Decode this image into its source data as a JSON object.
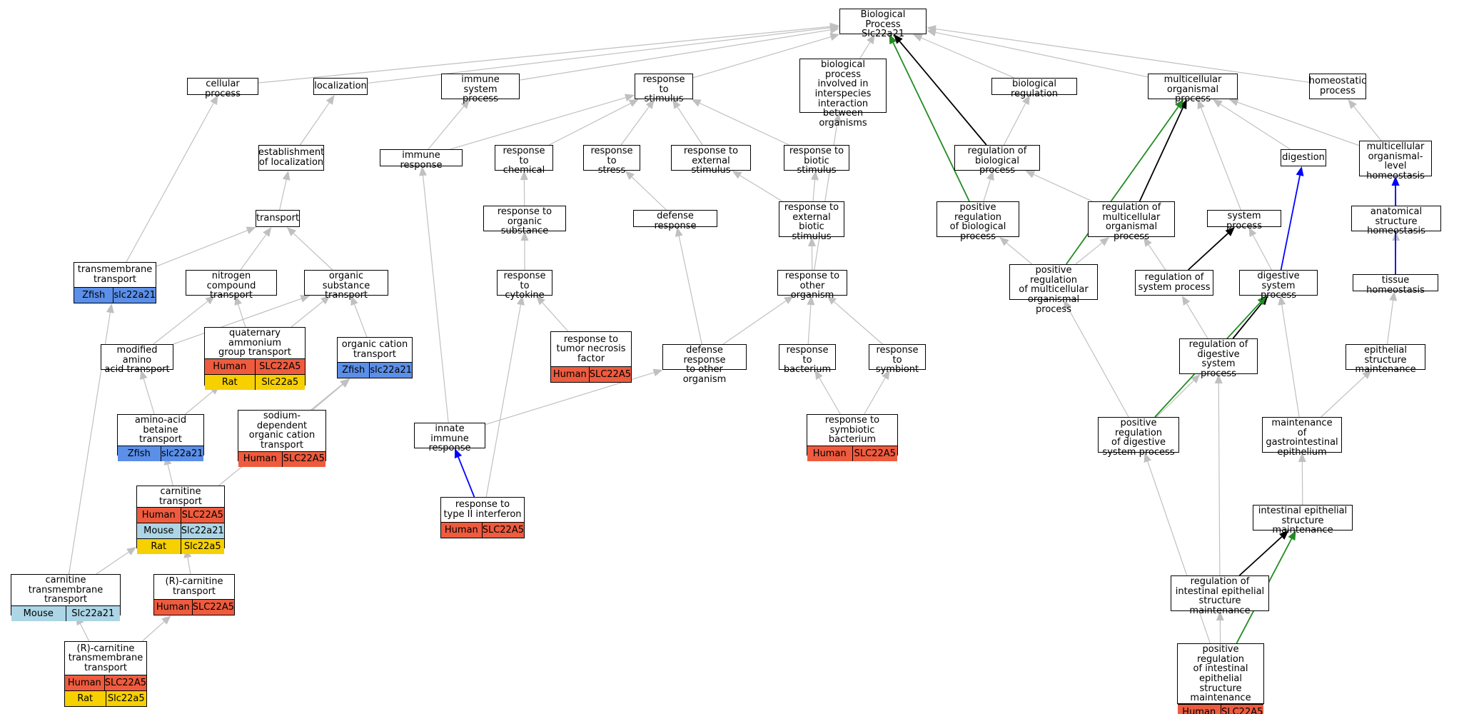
{
  "colors": {
    "is_a": "#c0c0c0",
    "part_of": "#000000",
    "regulates": "#0000ff",
    "positively_regulates": "#228b22",
    "Human": "#ee5b3e",
    "Mouse": "#acd5e6",
    "Rat": "#f7d000",
    "Zfish": "#5b8fe8"
  },
  "nodes": [
    {
      "id": "root",
      "label": "Biological Process\nSlc22a21"
    },
    {
      "id": "cellular",
      "label": "cellular process"
    },
    {
      "id": "localization",
      "label": "localization"
    },
    {
      "id": "immune_sys",
      "label": "immune system\nprocess"
    },
    {
      "id": "resp_stim",
      "label": "response to\nstimulus"
    },
    {
      "id": "interspecies",
      "label": "biological process\ninvolved in\ninterspecies\ninteraction\nbetween organisms"
    },
    {
      "id": "bio_reg",
      "label": "biological regulation"
    },
    {
      "id": "multicell",
      "label": "multicellular\norganismal process"
    },
    {
      "id": "homeostatic",
      "label": "homeostatic\nprocess"
    },
    {
      "id": "estab_loc",
      "label": "establishment\nof localization"
    },
    {
      "id": "immune_resp",
      "label": "immune response"
    },
    {
      "id": "resp_chem",
      "label": "response to\nchemical"
    },
    {
      "id": "resp_stress",
      "label": "response to\nstress"
    },
    {
      "id": "resp_ext",
      "label": "response to\nexternal stimulus"
    },
    {
      "id": "resp_biotic",
      "label": "response to\nbiotic stimulus"
    },
    {
      "id": "reg_bio",
      "label": "regulation of\nbiological process"
    },
    {
      "id": "digestion",
      "label": "digestion"
    },
    {
      "id": "mc_homeo",
      "label": "multicellular\norganismal-level\nhomeostasis"
    },
    {
      "id": "transport",
      "label": "transport"
    },
    {
      "id": "resp_org",
      "label": "response to\norganic substance"
    },
    {
      "id": "defense",
      "label": "defense response"
    },
    {
      "id": "resp_ext_biotic",
      "label": "response to\nexternal biotic\nstimulus"
    },
    {
      "id": "pos_reg_bio",
      "label": "positive regulation\nof biological\nprocess"
    },
    {
      "id": "reg_mc",
      "label": "regulation of\nmulticellular\norganismal process"
    },
    {
      "id": "system",
      "label": "system process"
    },
    {
      "id": "anat_homeo",
      "label": "anatomical structure\nhomeostasis"
    },
    {
      "id": "tm_transport",
      "label": "transmembrane\ntransport",
      "orthologs": [
        [
          {
            "species": "Zfish",
            "gene": "slc22a21"
          }
        ]
      ]
    },
    {
      "id": "nitrogen",
      "label": "nitrogen compound\ntransport"
    },
    {
      "id": "org_subst",
      "label": "organic substance\ntransport"
    },
    {
      "id": "resp_cyto",
      "label": "response to\ncytokine"
    },
    {
      "id": "resp_other",
      "label": "response to\nother organism"
    },
    {
      "id": "pos_reg_mc",
      "label": "positive regulation\nof multicellular\norganismal process"
    },
    {
      "id": "reg_sys",
      "label": "regulation of\nsystem process"
    },
    {
      "id": "dig_sys",
      "label": "digestive system\nprocess"
    },
    {
      "id": "tissue_homeo",
      "label": "tissue homeostasis"
    },
    {
      "id": "quat",
      "label": "quaternary ammonium\ngroup transport",
      "orthologs": [
        [
          {
            "species": "Human",
            "gene": "SLC22A5"
          }
        ],
        [
          {
            "species": "Rat",
            "gene": "Slc22a5"
          }
        ]
      ]
    },
    {
      "id": "mod_amino",
      "label": "modified amino\nacid transport"
    },
    {
      "id": "org_cation",
      "label": "organic cation\ntransport",
      "orthologs": [
        [
          {
            "species": "Zfish",
            "gene": "slc22a21"
          }
        ]
      ]
    },
    {
      "id": "resp_tnf",
      "label": "response to\ntumor necrosis\nfactor",
      "orthologs": [
        [
          {
            "species": "Human",
            "gene": "SLC22A5"
          }
        ]
      ]
    },
    {
      "id": "def_other",
      "label": "defense response\nto other organism"
    },
    {
      "id": "resp_bact",
      "label": "response to\nbacterium"
    },
    {
      "id": "resp_symb",
      "label": "response to\nsymbiont"
    },
    {
      "id": "reg_dig",
      "label": "regulation of\ndigestive system\nprocess"
    },
    {
      "id": "epi_maint",
      "label": "epithelial structure\nmaintenance"
    },
    {
      "id": "betaine",
      "label": "amino-acid betaine\ntransport",
      "orthologs": [
        [
          {
            "species": "Zfish",
            "gene": "slc22a21"
          }
        ]
      ]
    },
    {
      "id": "sodium",
      "label": "sodium-dependent\norganic cation\ntransport",
      "orthologs": [
        [
          {
            "species": "Human",
            "gene": "SLC22A5"
          }
        ]
      ]
    },
    {
      "id": "innate",
      "label": "innate immune\nresponse"
    },
    {
      "id": "symb_bact",
      "label": "response to\nsymbiotic bacterium",
      "orthologs": [
        [
          {
            "species": "Human",
            "gene": "SLC22A5"
          }
        ]
      ]
    },
    {
      "id": "pos_reg_dig",
      "label": "positive regulation\nof digestive\nsystem process"
    },
    {
      "id": "maint_gi",
      "label": "maintenance\nof gastrointestinal\nepithelium"
    },
    {
      "id": "carnitine",
      "label": "carnitine transport",
      "orthologs": [
        [
          {
            "species": "Human",
            "gene": "SLC22A5"
          }
        ],
        [
          {
            "species": "Mouse",
            "gene": "Slc22a21"
          }
        ],
        [
          {
            "species": "Rat",
            "gene": "Slc22a5"
          }
        ]
      ]
    },
    {
      "id": "resp_ifn",
      "label": "response to\ntype II interferon",
      "orthologs": [
        [
          {
            "species": "Human",
            "gene": "SLC22A5"
          }
        ]
      ]
    },
    {
      "id": "int_epi",
      "label": "intestinal epithelial\nstructure maintenance"
    },
    {
      "id": "carn_tm",
      "label": "carnitine transmembrane\ntransport",
      "orthologs": [
        [
          {
            "species": "Mouse",
            "gene": "Slc22a21"
          }
        ]
      ]
    },
    {
      "id": "r_carn",
      "label": "(R)-carnitine\ntransport",
      "orthologs": [
        [
          {
            "species": "Human",
            "gene": "SLC22A5"
          }
        ]
      ]
    },
    {
      "id": "reg_int_epi",
      "label": "regulation of\nintestinal epithelial\nstructure maintenance"
    },
    {
      "id": "r_carn_tm",
      "label": "(R)-carnitine\ntransmembrane\ntransport",
      "orthologs": [
        [
          {
            "species": "Human",
            "gene": "SLC22A5"
          }
        ],
        [
          {
            "species": "Rat",
            "gene": "Slc22a5"
          }
        ]
      ]
    },
    {
      "id": "pos_reg_int_epi",
      "label": "positive regulation\nof intestinal\nepithelial structure\nmaintenance",
      "orthologs": [
        [
          {
            "species": "Human",
            "gene": "SLC22A5"
          }
        ]
      ]
    }
  ],
  "edges": [
    {
      "from": "cellular",
      "to": "root",
      "kind": "is_a"
    },
    {
      "from": "localization",
      "to": "root",
      "kind": "is_a"
    },
    {
      "from": "immune_sys",
      "to": "root",
      "kind": "is_a"
    },
    {
      "from": "resp_stim",
      "to": "root",
      "kind": "is_a"
    },
    {
      "from": "interspecies",
      "to": "root",
      "kind": "is_a"
    },
    {
      "from": "bio_reg",
      "to": "root",
      "kind": "is_a"
    },
    {
      "from": "multicell",
      "to": "root",
      "kind": "is_a"
    },
    {
      "from": "homeostatic",
      "to": "root",
      "kind": "is_a"
    },
    {
      "from": "reg_bio",
      "to": "root",
      "kind": "part_of"
    },
    {
      "from": "pos_reg_bio",
      "to": "root",
      "kind": "positively_regulates"
    },
    {
      "from": "estab_loc",
      "to": "localization",
      "kind": "is_a"
    },
    {
      "from": "transport",
      "to": "estab_loc",
      "kind": "is_a"
    },
    {
      "from": "tm_transport",
      "to": "cellular",
      "kind": "is_a"
    },
    {
      "from": "tm_transport",
      "to": "transport",
      "kind": "is_a"
    },
    {
      "from": "nitrogen",
      "to": "transport",
      "kind": "is_a"
    },
    {
      "from": "org_subst",
      "to": "transport",
      "kind": "is_a"
    },
    {
      "from": "immune_resp",
      "to": "immune_sys",
      "kind": "is_a"
    },
    {
      "from": "immune_resp",
      "to": "resp_stim",
      "kind": "is_a"
    },
    {
      "from": "resp_chem",
      "to": "resp_stim",
      "kind": "is_a"
    },
    {
      "from": "resp_stress",
      "to": "resp_stim",
      "kind": "is_a"
    },
    {
      "from": "resp_ext",
      "to": "resp_stim",
      "kind": "is_a"
    },
    {
      "from": "resp_biotic",
      "to": "resp_stim",
      "kind": "is_a"
    },
    {
      "from": "resp_org",
      "to": "resp_chem",
      "kind": "is_a"
    },
    {
      "from": "resp_cyto",
      "to": "resp_org",
      "kind": "is_a"
    },
    {
      "from": "resp_tnf",
      "to": "resp_cyto",
      "kind": "is_a"
    },
    {
      "from": "resp_ifn",
      "to": "resp_cyto",
      "kind": "is_a"
    },
    {
      "from": "defense",
      "to": "resp_stress",
      "kind": "is_a"
    },
    {
      "from": "resp_ext_biotic",
      "to": "resp_ext",
      "kind": "is_a"
    },
    {
      "from": "resp_ext_biotic",
      "to": "resp_biotic",
      "kind": "is_a"
    },
    {
      "from": "resp_other",
      "to": "resp_ext_biotic",
      "kind": "is_a"
    },
    {
      "from": "resp_other",
      "to": "interspecies",
      "kind": "is_a"
    },
    {
      "from": "def_other",
      "to": "defense",
      "kind": "is_a"
    },
    {
      "from": "def_other",
      "to": "resp_other",
      "kind": "is_a"
    },
    {
      "from": "resp_bact",
      "to": "resp_other",
      "kind": "is_a"
    },
    {
      "from": "resp_symb",
      "to": "resp_other",
      "kind": "is_a"
    },
    {
      "from": "symb_bact",
      "to": "resp_bact",
      "kind": "is_a"
    },
    {
      "from": "symb_bact",
      "to": "resp_symb",
      "kind": "is_a"
    },
    {
      "from": "innate",
      "to": "immune_resp",
      "kind": "is_a"
    },
    {
      "from": "innate",
      "to": "def_other",
      "kind": "is_a"
    },
    {
      "from": "resp_ifn",
      "to": "innate",
      "kind": "regulates"
    },
    {
      "from": "reg_bio",
      "to": "bio_reg",
      "kind": "is_a"
    },
    {
      "from": "pos_reg_bio",
      "to": "reg_bio",
      "kind": "is_a"
    },
    {
      "from": "reg_mc",
      "to": "reg_bio",
      "kind": "is_a"
    },
    {
      "from": "reg_mc",
      "to": "multicell",
      "kind": "part_of"
    },
    {
      "from": "pos_reg_mc",
      "to": "pos_reg_bio",
      "kind": "is_a"
    },
    {
      "from": "pos_reg_mc",
      "to": "reg_mc",
      "kind": "is_a"
    },
    {
      "from": "pos_reg_mc",
      "to": "multicell",
      "kind": "positively_regulates"
    },
    {
      "from": "system",
      "to": "multicell",
      "kind": "is_a"
    },
    {
      "from": "digestion",
      "to": "multicell",
      "kind": "is_a"
    },
    {
      "from": "mc_homeo",
      "to": "multicell",
      "kind": "is_a"
    },
    {
      "from": "mc_homeo",
      "to": "homeostatic",
      "kind": "is_a"
    },
    {
      "from": "reg_sys",
      "to": "reg_mc",
      "kind": "is_a"
    },
    {
      "from": "reg_sys",
      "to": "system",
      "kind": "part_of"
    },
    {
      "from": "dig_sys",
      "to": "system",
      "kind": "is_a"
    },
    {
      "from": "dig_sys",
      "to": "digestion",
      "kind": "regulates"
    },
    {
      "from": "anat_homeo",
      "to": "mc_homeo",
      "kind": "is_a"
    },
    {
      "from": "tissue_homeo",
      "to": "anat_homeo",
      "kind": "is_a"
    },
    {
      "from": "tissue_homeo",
      "to": "mc_homeo",
      "kind": "regulates"
    },
    {
      "from": "reg_dig",
      "to": "reg_sys",
      "kind": "is_a"
    },
    {
      "from": "reg_dig",
      "to": "dig_sys",
      "kind": "part_of"
    },
    {
      "from": "pos_reg_dig",
      "to": "pos_reg_mc",
      "kind": "is_a"
    },
    {
      "from": "pos_reg_dig",
      "to": "reg_dig",
      "kind": "is_a"
    },
    {
      "from": "pos_reg_dig",
      "to": "dig_sys",
      "kind": "positively_regulates"
    },
    {
      "from": "epi_maint",
      "to": "tissue_homeo",
      "kind": "is_a"
    },
    {
      "from": "maint_gi",
      "to": "epi_maint",
      "kind": "is_a"
    },
    {
      "from": "maint_gi",
      "to": "dig_sys",
      "kind": "is_a"
    },
    {
      "from": "int_epi",
      "to": "maint_gi",
      "kind": "is_a"
    },
    {
      "from": "reg_int_epi",
      "to": "reg_dig",
      "kind": "is_a"
    },
    {
      "from": "reg_int_epi",
      "to": "int_epi",
      "kind": "part_of"
    },
    {
      "from": "pos_reg_int_epi",
      "to": "pos_reg_dig",
      "kind": "is_a"
    },
    {
      "from": "pos_reg_int_epi",
      "to": "reg_int_epi",
      "kind": "is_a"
    },
    {
      "from": "pos_reg_int_epi",
      "to": "int_epi",
      "kind": "positively_regulates"
    },
    {
      "from": "mod_amino",
      "to": "nitrogen",
      "kind": "is_a"
    },
    {
      "from": "mod_amino",
      "to": "org_subst",
      "kind": "is_a"
    },
    {
      "from": "quat",
      "to": "nitrogen",
      "kind": "is_a"
    },
    {
      "from": "quat",
      "to": "org_subst",
      "kind": "is_a"
    },
    {
      "from": "org_cation",
      "to": "org_subst",
      "kind": "is_a"
    },
    {
      "from": "betaine",
      "to": "mod_amino",
      "kind": "is_a"
    },
    {
      "from": "betaine",
      "to": "quat",
      "kind": "is_a"
    },
    {
      "from": "sodium",
      "to": "org_cation",
      "kind": "is_a"
    },
    {
      "from": "carnitine",
      "to": "betaine",
      "kind": "is_a"
    },
    {
      "from": "carnitine",
      "to": "org_cation",
      "kind": "is_a"
    },
    {
      "from": "carn_tm",
      "to": "tm_transport",
      "kind": "is_a"
    },
    {
      "from": "carn_tm",
      "to": "carnitine",
      "kind": "is_a"
    },
    {
      "from": "r_carn",
      "to": "carnitine",
      "kind": "is_a"
    },
    {
      "from": "r_carn_tm",
      "to": "carn_tm",
      "kind": "is_a"
    },
    {
      "from": "r_carn_tm",
      "to": "r_carn",
      "kind": "is_a"
    }
  ]
}
